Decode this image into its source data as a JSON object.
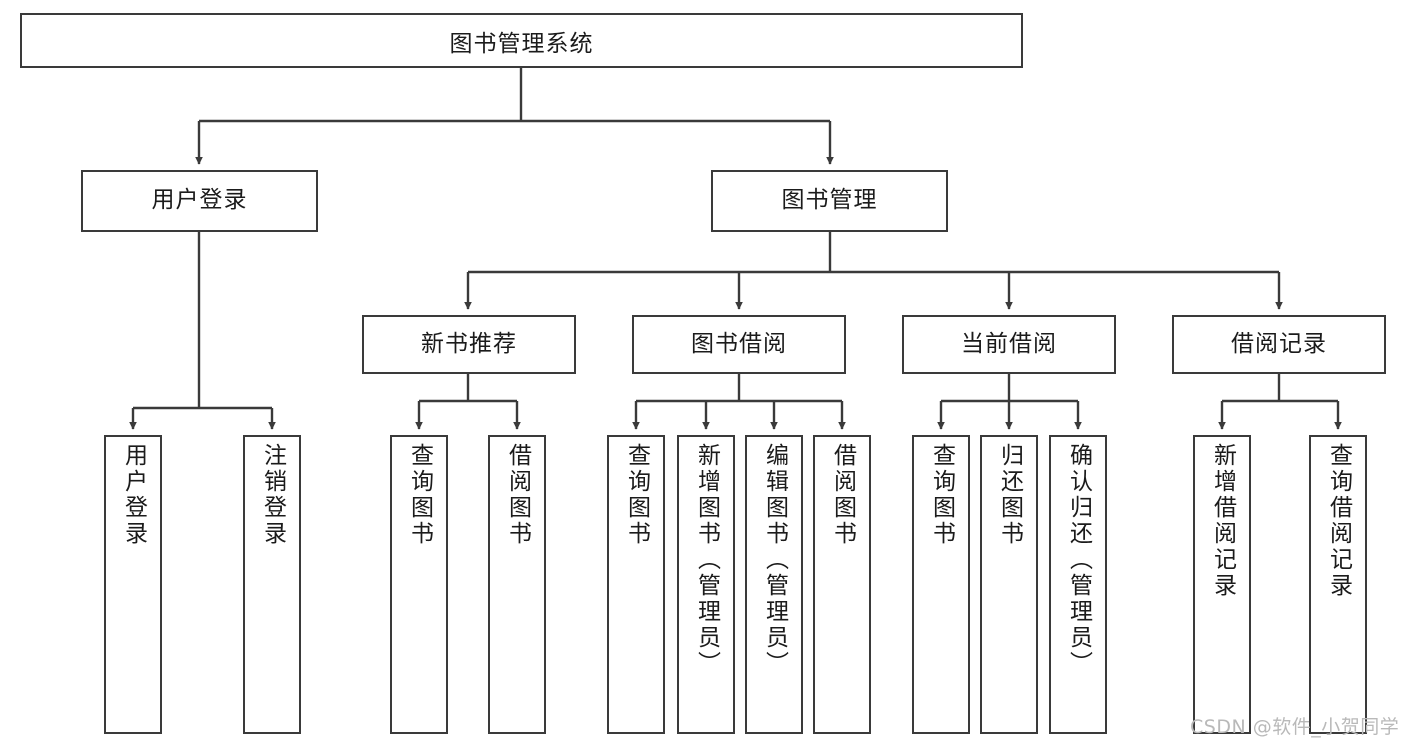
{
  "diagram": {
    "title": "图书管理系统",
    "type": "tree",
    "colors": {
      "box_border": "#3a3a3a",
      "box_fill": "#ffffff",
      "edge": "#3a3a3a",
      "text": "#1b1b1b",
      "watermark": "#b9b9b9"
    },
    "root": {
      "label": "图书管理系统"
    },
    "level2": [
      {
        "label": "用户登录"
      },
      {
        "label": "图书管理"
      }
    ],
    "level3": [
      {
        "label": "新书推荐"
      },
      {
        "label": "图书借阅"
      },
      {
        "label": "当前借阅"
      },
      {
        "label": "借阅记录"
      }
    ],
    "leaves": [
      {
        "label": "用户登录",
        "parent": "用户登录"
      },
      {
        "label": "注销登录",
        "parent": "用户登录"
      },
      {
        "label": "查询图书",
        "parent": "新书推荐"
      },
      {
        "label": "借阅图书",
        "parent": "新书推荐"
      },
      {
        "label": "查询图书",
        "parent": "图书借阅"
      },
      {
        "label": "新增图书（管理员）",
        "parent": "图书借阅"
      },
      {
        "label": "编辑图书（管理员）",
        "parent": "图书借阅"
      },
      {
        "label": "借阅图书",
        "parent": "图书借阅"
      },
      {
        "label": "查询图书",
        "parent": "当前借阅"
      },
      {
        "label": "归还图书",
        "parent": "当前借阅"
      },
      {
        "label": "确认归还（管理员）",
        "parent": "当前借阅"
      },
      {
        "label": "新增借阅记录",
        "parent": "借阅记录"
      },
      {
        "label": "查询借阅记录",
        "parent": "借阅记录"
      }
    ]
  },
  "watermark": {
    "text": "CSDN @软件_小贺同学"
  }
}
